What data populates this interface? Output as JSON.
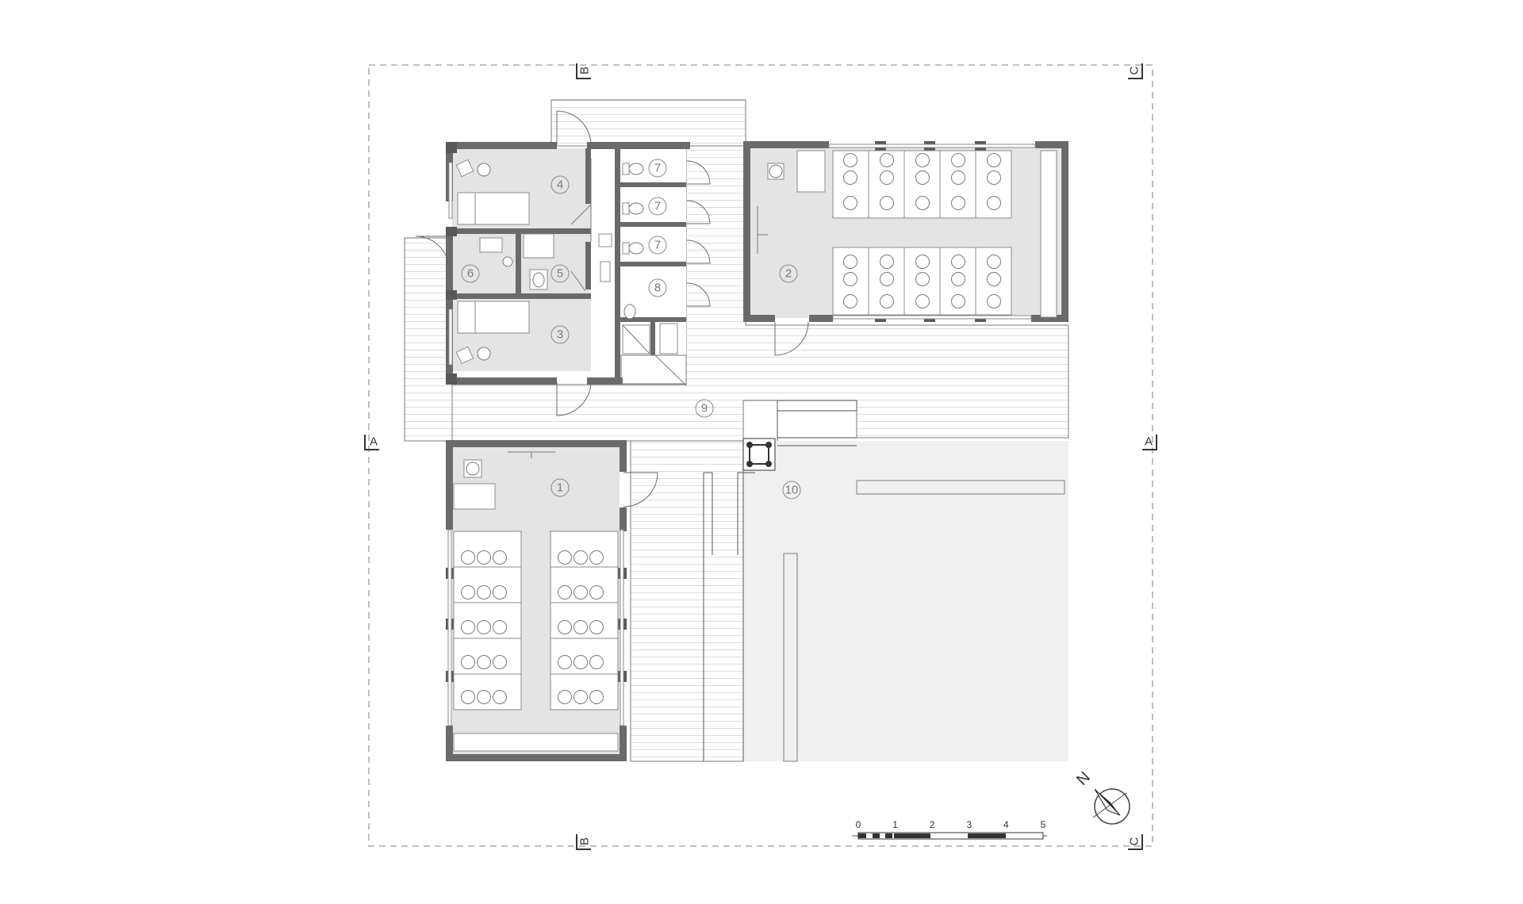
{
  "drawing": {
    "rooms": [
      {
        "id": "classroom-1",
        "label": "1"
      },
      {
        "id": "classroom-2",
        "label": "2"
      },
      {
        "id": "bedroom-3",
        "label": "3"
      },
      {
        "id": "bedroom-4",
        "label": "4"
      },
      {
        "id": "bathroom-5",
        "label": "5"
      },
      {
        "id": "storage-6",
        "label": "6"
      },
      {
        "id": "toilet-7a",
        "label": "7"
      },
      {
        "id": "toilet-7b",
        "label": "7"
      },
      {
        "id": "toilet-7c",
        "label": "7"
      },
      {
        "id": "toilet-8",
        "label": "8"
      },
      {
        "id": "deck-9",
        "label": "9"
      },
      {
        "id": "yard-10",
        "label": "10"
      }
    ],
    "sections": {
      "a_left": "A",
      "a_right": "A",
      "b_top": "B",
      "b_bottom": "B",
      "c_top": "C",
      "c_bottom": "C"
    },
    "north_label": "N",
    "scale_bar": {
      "ticks": [
        "0",
        "1",
        "2",
        "3",
        "4",
        "5"
      ]
    },
    "colors": {
      "wall": "#6a6a6a",
      "floor": "#e4e4e4",
      "yard": "#f0f0f0",
      "line": "#7a7a7a"
    }
  }
}
